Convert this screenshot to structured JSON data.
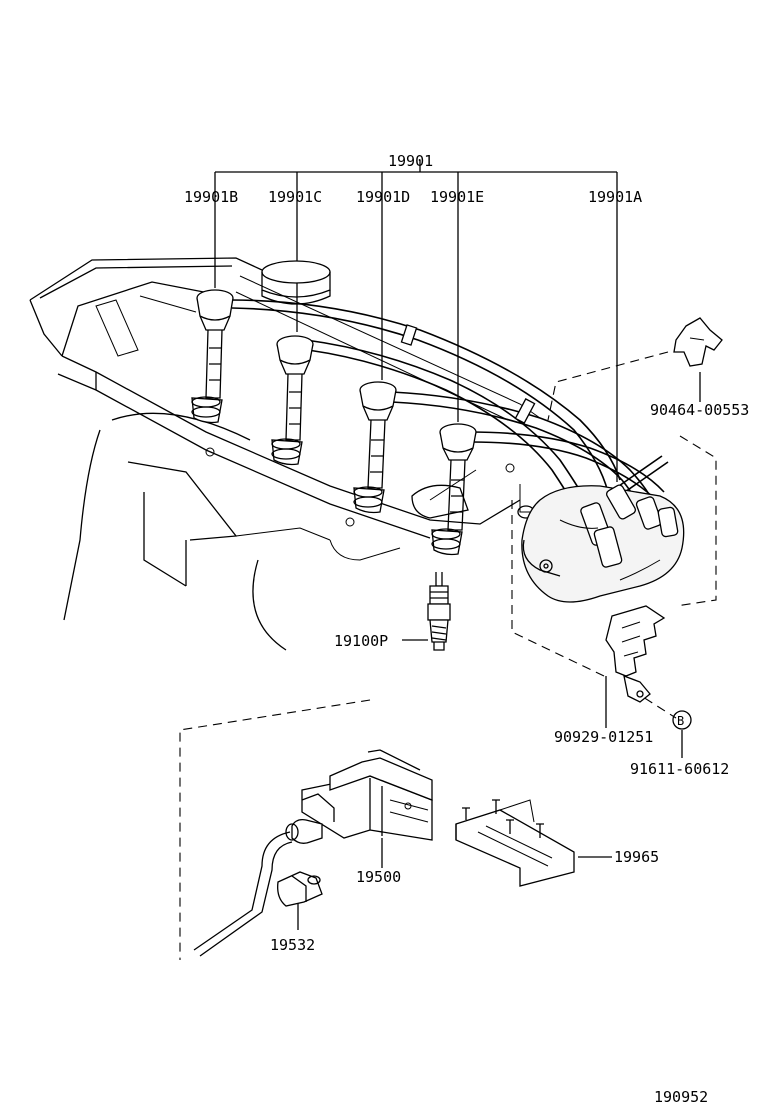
{
  "labels": {
    "wire_set": "19901",
    "wire_b": "19901B",
    "wire_c": "19901C",
    "wire_d": "19901D",
    "wire_e": "19901E",
    "wire_a": "19901A",
    "clamp": "90464-00553",
    "spark_plug": "19100P",
    "coil_bracket_part": "90929-01251",
    "bolt_callout_letter": "B",
    "bolt": "91611-60612",
    "igniter": "19965",
    "coil": "19500",
    "coil_wire": "19532",
    "figure_number": "190952"
  },
  "colors": {
    "ink": "#000000",
    "paper": "#ffffff"
  }
}
